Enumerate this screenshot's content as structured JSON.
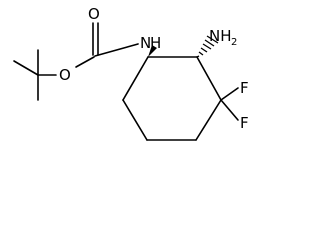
{
  "molecule": {
    "atom_labels": {
      "carbonyl_oxygen": "O",
      "ester_oxygen": "O",
      "carbamate_nitrogen": "N",
      "carbamate_hydrogen": "H",
      "amine": "NH",
      "amine_subscript": "2",
      "fluorine_1": "F",
      "fluorine_2": "F"
    }
  },
  "colors": {
    "bond": "#000000",
    "background": "#ffffff"
  }
}
